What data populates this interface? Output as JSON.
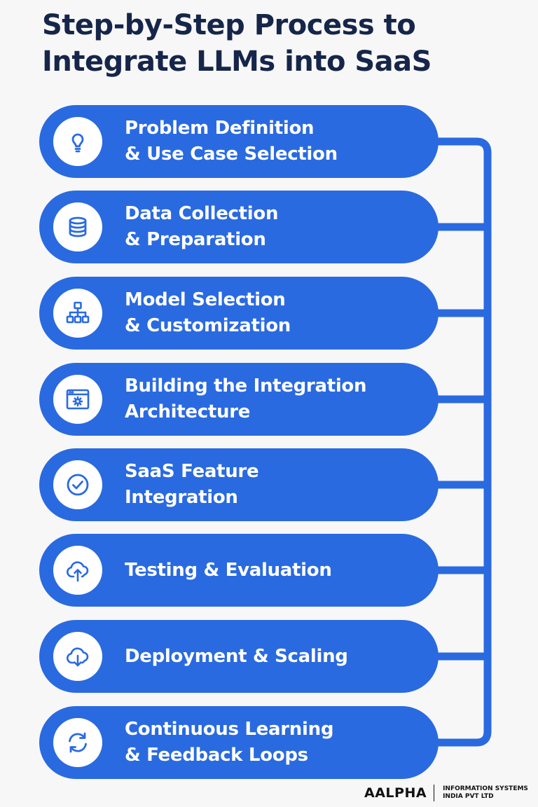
{
  "title": {
    "line1": "Step-by-Step Process to",
    "line2": "Integrate LLMs into SaaS"
  },
  "colors": {
    "step_fill": "#2a6ae0",
    "title_text": "#16264a",
    "icon_stroke": "#2a6ae0",
    "background": "#f7f7f7"
  },
  "steps": [
    {
      "icon": "lightbulb-icon",
      "line1": "Problem Definition",
      "line2": "& Use Case Selection"
    },
    {
      "icon": "database-icon",
      "line1": "Data Collection",
      "line2": "& Preparation"
    },
    {
      "icon": "hierarchy-icon",
      "line1": "Model Selection",
      "line2": "& Customization"
    },
    {
      "icon": "browser-gear-icon",
      "line1": "Building the Integration",
      "line2": "Architecture"
    },
    {
      "icon": "check-circle-icon",
      "line1": "SaaS Feature",
      "line2": "Integration"
    },
    {
      "icon": "cloud-upload-icon",
      "line1": "Testing & Evaluation",
      "line2": ""
    },
    {
      "icon": "cloud-download-icon",
      "line1": "Deployment & Scaling",
      "line2": ""
    },
    {
      "icon": "refresh-cycle-icon",
      "line1": "Continuous Learning",
      "line2": "& Feedback Loops"
    }
  ],
  "footer": {
    "brand": "AALPHA",
    "company_line1": "INFORMATION SYSTEMS",
    "company_line2": "INDIA PVT LTD"
  }
}
